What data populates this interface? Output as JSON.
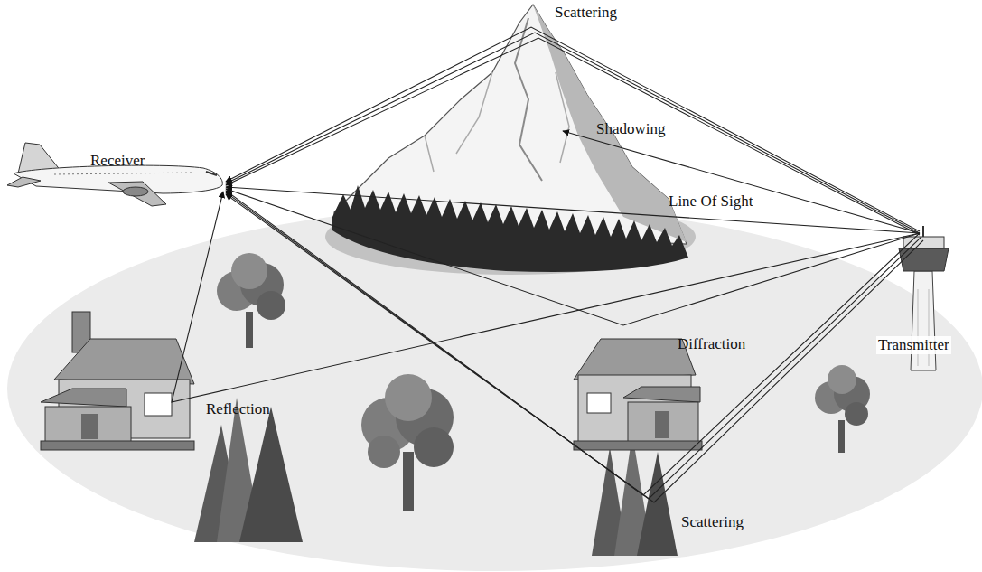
{
  "diagram": {
    "labels": [
      "Scattering",
      "Receiver",
      "Shadowing",
      "Line Of Sight",
      "Transmitter",
      "Diffraction",
      "Reflection",
      "Scattering"
    ]
  }
}
